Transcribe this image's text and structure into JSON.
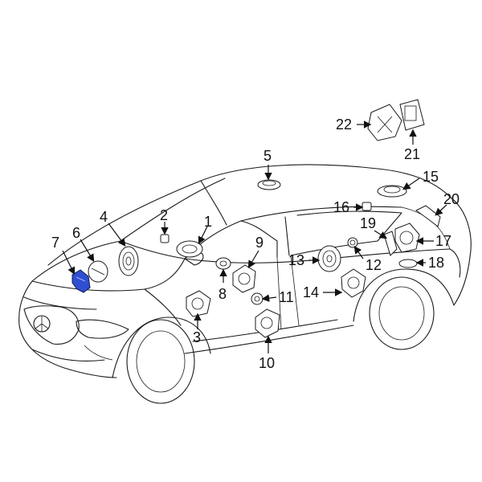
{
  "highlight_color": "#2f4fd0",
  "callouts": [
    {
      "id": "1",
      "label": "1"
    },
    {
      "id": "2",
      "label": "2"
    },
    {
      "id": "3",
      "label": "3"
    },
    {
      "id": "4",
      "label": "4"
    },
    {
      "id": "5",
      "label": "5"
    },
    {
      "id": "6",
      "label": "6"
    },
    {
      "id": "7",
      "label": "7"
    },
    {
      "id": "8",
      "label": "8"
    },
    {
      "id": "9",
      "label": "9"
    },
    {
      "id": "10",
      "label": "10"
    },
    {
      "id": "11",
      "label": "11"
    },
    {
      "id": "12",
      "label": "12"
    },
    {
      "id": "13",
      "label": "13"
    },
    {
      "id": "14",
      "label": "14"
    },
    {
      "id": "15",
      "label": "15"
    },
    {
      "id": "16",
      "label": "16"
    },
    {
      "id": "17",
      "label": "17"
    },
    {
      "id": "18",
      "label": "18"
    },
    {
      "id": "19",
      "label": "19"
    },
    {
      "id": "20",
      "label": "20"
    },
    {
      "id": "21",
      "label": "21"
    },
    {
      "id": "22",
      "label": "22"
    }
  ],
  "highlighted_part": "7"
}
